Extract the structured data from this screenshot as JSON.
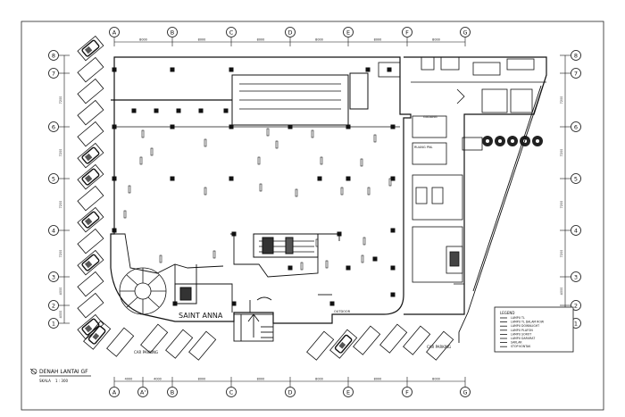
{
  "grid": {
    "columns": [
      "A",
      "B",
      "C",
      "D",
      "E",
      "F",
      "G"
    ],
    "bottom_columns": [
      "A",
      "A'",
      "B",
      "C",
      "D",
      "E",
      "F",
      "G"
    ],
    "rows": [
      "8",
      "7",
      "6",
      "5",
      "4",
      "3",
      "2",
      "1"
    ],
    "top_dims": [
      "8000",
      "8000",
      "8000",
      "8000",
      "8000",
      "8000"
    ],
    "bottom_dims": [
      "4000",
      "4000",
      "8000",
      "8000",
      "8000",
      "8000",
      "8000"
    ],
    "left_dims": [
      "7200",
      "7200",
      "7200",
      "7200",
      "4000",
      "4000"
    ],
    "right_dims": [
      "7200",
      "7200",
      "7200",
      "7200",
      "4000",
      "4000"
    ]
  },
  "rooms": {
    "saint_anna": "SAINT ANNA",
    "outdoor": "OUTDOOR",
    "gudang": "GUDANG",
    "ruang_panel": "RUANG PNL"
  },
  "parking": {
    "left": "CAR PARKING",
    "right": "CAR PARKING"
  },
  "title": {
    "main": "DENAH LANTAI GF",
    "scale_label": "SKALA",
    "scale_value": "1 : 300"
  },
  "legend": {
    "title": "LEGEND",
    "items": [
      "LAMPU TL",
      "LAMPU TL DALAM ROW",
      "LAMPU DOWNLIGHT",
      "LAMPU PLAFON",
      "LAMPU SOROT",
      "LAMPU DARURAT",
      "SAKLAR",
      "STOP KONTAK"
    ]
  },
  "colors": {
    "line": "#111111",
    "paper": "#ffffff"
  }
}
